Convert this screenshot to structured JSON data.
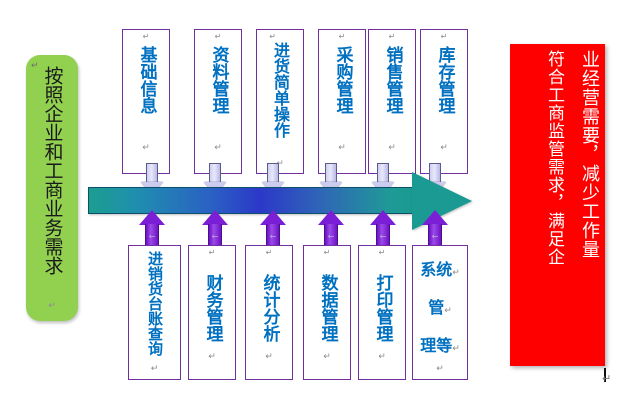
{
  "document": {
    "type": "word-processor-diagram",
    "title": "企业和工商业务需求流程图"
  },
  "left_panel": {
    "name": "green-callout",
    "color": "#92d050",
    "paragraph_mark": "↵",
    "text": "按照企业和工商业务需求",
    "end_mark": "↵"
  },
  "right_panel": {
    "name": "red-callout",
    "color": "#ff0000",
    "text_color": "#ffffff",
    "column_right": "业经营需要，减少工作量",
    "column_left": "符合工商监管需求，满足企",
    "end_mark": "↵"
  },
  "center_arrow": {
    "name": "process-flow-arrow",
    "direction": "right",
    "gradient_start": "#1b9e8f",
    "gradient_mid": "#2b38c8",
    "gradient_end": "#1a9a92"
  },
  "top_row": {
    "border_color": "#7030a0",
    "text_color": "#0070c0",
    "boxes": [
      {
        "label": "基础信息",
        "orientation": "vertical",
        "tick": "↵",
        "end_mark": "↵"
      },
      {
        "label": "资料管理",
        "orientation": "vertical",
        "tick": "↵",
        "end_mark": "↵"
      },
      {
        "label": "进货简单操作",
        "orientation": "vertical",
        "tick": "↵",
        "end_mark": "↵"
      },
      {
        "label": "采购管理",
        "orientation": "vertical",
        "tick": "↵",
        "end_mark": "↵"
      },
      {
        "label": "销售管理",
        "orientation": "vertical",
        "tick": "↵",
        "end_mark": "↵"
      },
      {
        "label": "库存管理",
        "orientation": "vertical",
        "tick": "↵",
        "end_mark": "↵"
      }
    ]
  },
  "bottom_row": {
    "border_color": "#7030a0",
    "text_color": "#0070c0",
    "boxes": [
      {
        "label": "进销货台账查询",
        "orientation": "vertical",
        "tick": "↵",
        "end_mark": "↵"
      },
      {
        "label": "财务管理",
        "orientation": "vertical",
        "tick": "↵",
        "end_mark": "↵"
      },
      {
        "label": "统计分析",
        "orientation": "vertical",
        "tick": "↵",
        "end_mark": "↵"
      },
      {
        "label": "数据管理",
        "orientation": "vertical",
        "tick": "↵",
        "end_mark": "↵"
      },
      {
        "label": "打印管理",
        "orientation": "vertical",
        "tick": "↵",
        "end_mark": "↵"
      },
      {
        "label": "系统管理等",
        "orientation": "horizontal",
        "lines": [
          "系统",
          "管",
          "理等"
        ],
        "tick": "↵",
        "end_mark": "↵"
      }
    ]
  },
  "down_arrows": {
    "name": "input-arrows",
    "count": 6,
    "color": "#ccccee",
    "mark": "↵"
  },
  "up_arrows": {
    "name": "output-arrows",
    "count": 6,
    "color": "#7b1fd6",
    "mark": "←"
  },
  "cursor": {
    "mark": "↵"
  }
}
